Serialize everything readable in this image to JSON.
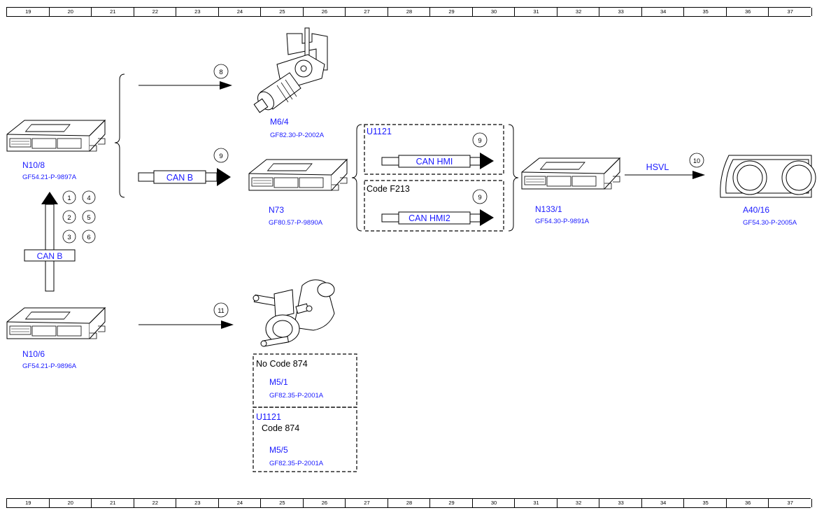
{
  "ruler": {
    "numbers": [
      "19",
      "20",
      "21",
      "22",
      "23",
      "24",
      "25",
      "26",
      "27",
      "28",
      "29",
      "30",
      "31",
      "32",
      "33",
      "34",
      "35",
      "36",
      "37"
    ]
  },
  "components": {
    "n10_8": {
      "id": "N10/8",
      "ref": "GF54.21-P-9897A"
    },
    "n10_6": {
      "id": "N10/6",
      "ref": "GF54.21-P-9896A"
    },
    "m6_4": {
      "id": "M6/4",
      "ref": "GF82.30-P-2002A"
    },
    "n73": {
      "id": "N73",
      "ref": "GF80.57-P-9890A"
    },
    "n133_1": {
      "id": "N133/1",
      "ref": "GF54.30-P-9891A"
    },
    "a40_16": {
      "id": "A40/16",
      "ref": "GF54.30-P-2005A"
    },
    "m5_1": {
      "id": "M5/1",
      "ref": "GF82.35-P-2001A"
    },
    "m5_5": {
      "id": "M5/5",
      "ref": "GF82.35-P-2001A"
    }
  },
  "signals": {
    "can_b_vertical": "CAN B",
    "can_b_horizontal": "CAN B",
    "can_hmi": "CAN HMI",
    "can_hmi2": "CAN HMI2",
    "hsvl": "HSVL"
  },
  "circled_numbers": {
    "left_grid": [
      "1",
      "4",
      "2",
      "5",
      "3",
      "6"
    ],
    "to_m6_4": "8",
    "to_n73": "9",
    "hmi_top": "9",
    "hmi_bottom": "9",
    "to_a40_16": "10",
    "to_m5": "11"
  },
  "boxes": {
    "u1121_top": "U1121",
    "code_f213": "Code F213",
    "no_code_874": "No Code 874",
    "u1121_bottom": "U1121",
    "code_874": "Code 874"
  },
  "colors": {
    "label_blue": "#1a1aff",
    "line": "#000000"
  }
}
